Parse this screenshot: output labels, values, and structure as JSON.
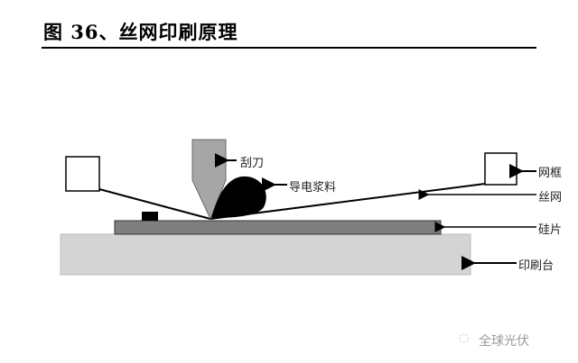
{
  "title": "图 36、丝网印刷原理",
  "labels": {
    "squeegee": "刮刀",
    "paste": "导电浆料",
    "frame": "网框",
    "screen": "丝网",
    "wafer": "硅片",
    "table": "印刷台"
  },
  "watermark": {
    "text": "全球光伏",
    "icon": "wechat-icon"
  },
  "colors": {
    "blade": "#a6a6a6",
    "wafer": "#7f7f7f",
    "table": "#d4d4d4",
    "paste": "#000000"
  }
}
